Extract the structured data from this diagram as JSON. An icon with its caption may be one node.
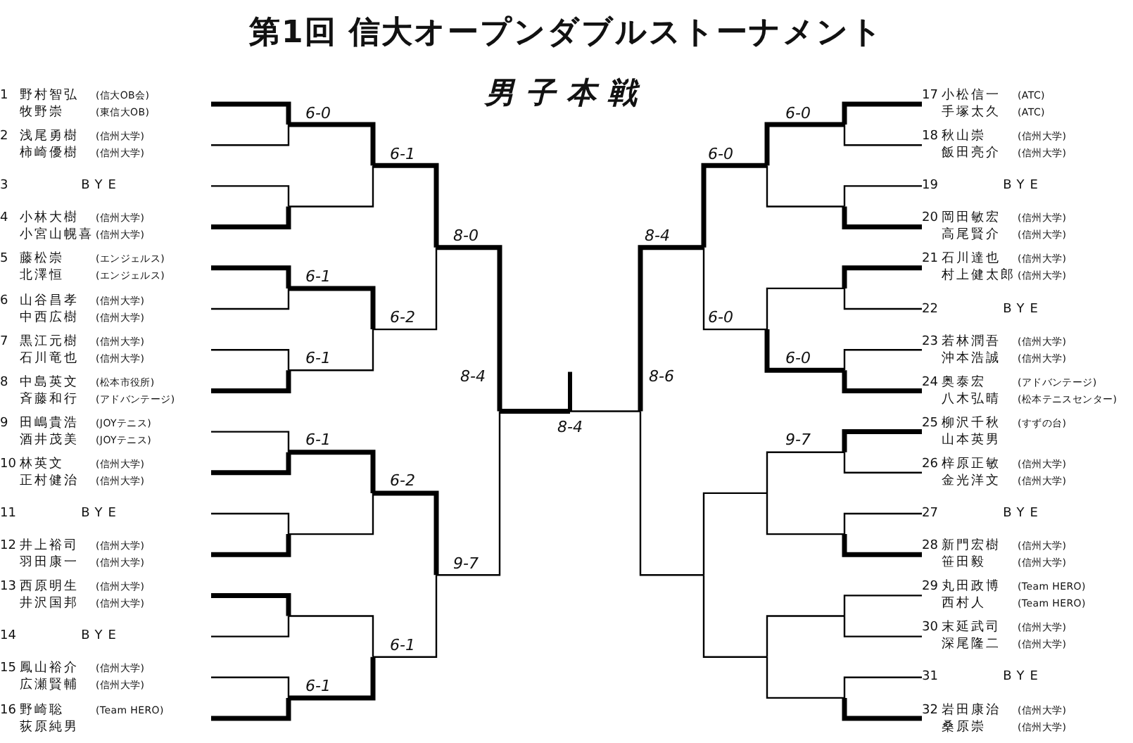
{
  "diagram": {
    "title": "第1回 信大オープンダブルストーナメント",
    "nodes": [
      {
        "text": [
          "1",
          "野村智弘",
          "(信大OB会)",
          "牧野崇",
          "(東信大OB)"
        ]
      },
      {
        "text": [
          "2",
          "浅尾勇樹",
          "(信州大学)",
          "柿崎優樹",
          "(信州大学)"
        ]
      },
      {
        "text": [
          "3",
          "BYE"
        ]
      },
      {
        "text": [
          "4",
          "小林大樹",
          "(信州大学)",
          "小宮山幌喜",
          "(信州大学)"
        ]
      },
      {
        "text": [
          "5",
          "藤松崇",
          "(エンジェルス)",
          "北澤恒",
          "(エンジェルス)"
        ]
      },
      {
        "text": [
          "6",
          "山谷昌孝",
          "(信州大学)",
          "中西広樹",
          "(信州大学)"
        ]
      },
      {
        "text": [
          "7",
          "黒江元樹",
          "(信州大学)",
          "石川竜也",
          "(信州大学)"
        ]
      },
      {
        "text": [
          "8",
          "中島英文",
          "(松本市役所)",
          "斉藤和行",
          "(アドバンテージ)"
        ]
      },
      {
        "text": [
          "9",
          "田嶋貴浩",
          "(JOYテニス)",
          "酒井茂美",
          "(JOYテニス)"
        ]
      },
      {
        "text": [
          "10",
          "林英文",
          "(信州大学)",
          "正村健治",
          "(信州大学)"
        ]
      },
      {
        "text": [
          "11",
          "BYE"
        ]
      },
      {
        "text": [
          "12",
          "井上裕司",
          "(信州大学)",
          "羽田康一",
          "(信州大学)"
        ]
      },
      {
        "text": [
          "13",
          "西原明生",
          "(信州大学)",
          "井沢国邦",
          "(信州大学)"
        ]
      },
      {
        "text": [
          "14",
          "BYE"
        ]
      },
      {
        "text": [
          "15",
          "鳳山裕介",
          "(信州大学)",
          "広瀬賢輔",
          "(信州大学)"
        ]
      },
      {
        "text": [
          "16",
          "野崎聡",
          "(Team HERO)",
          "荻原純男"
        ]
      },
      {
        "text": [
          "17",
          "小松信一",
          "(ATC)",
          "手塚太久",
          "(ATC)"
        ]
      },
      {
        "text": [
          "18",
          "秋山崇",
          "(信州大学)",
          "飯田亮介",
          "(信州大学)"
        ]
      },
      {
        "text": [
          "19",
          "BYE"
        ]
      },
      {
        "text": [
          "20",
          "岡田敏宏",
          "(信州大学)",
          "高尾賢介",
          "(信州大学)"
        ]
      },
      {
        "text": [
          "21",
          "石川達也",
          "(信州大学)",
          "村上健太郎",
          "(信州大学)"
        ]
      },
      {
        "text": [
          "22",
          "BYE"
        ]
      },
      {
        "text": [
          "23",
          "若林潤吾",
          "(信州大学)",
          "沖本浩誠",
          "(信州大学)"
        ]
      },
      {
        "text": [
          "24",
          "奥泰宏",
          "(アドバンテージ)",
          "八木弘晴",
          "(松本テニスセンター)"
        ]
      },
      {
        "text": [
          "25",
          "柳沢千秋",
          "(すずの台)",
          "山本英男"
        ]
      },
      {
        "text": [
          "26",
          "梓原正敏",
          "(信州大学)",
          "金光洋文",
          "(信州大学)"
        ]
      },
      {
        "text": [
          "27",
          "BYE"
        ]
      },
      {
        "text": [
          "28",
          "新門宏樹",
          "(信州大学)",
          "笹田毅",
          "(信州大学)"
        ]
      },
      {
        "text": [
          "29",
          "丸田政博",
          "(Team HERO)",
          "西村人",
          "(Team HERO)"
        ]
      },
      {
        "text": [
          "30",
          "末延武司",
          "(信州大学)",
          "深尾隆二",
          "(信州大学)"
        ]
      },
      {
        "text": [
          "31",
          "BYE"
        ]
      },
      {
        "text": [
          "32",
          "岩田康治",
          "(信州大学)",
          "桑原崇",
          "(信州大学)"
        ]
      }
    ],
    "labels": [
      "男子本戦",
      "6-0",
      "6-0",
      "6-1",
      "6-0",
      "8-0",
      "8-4",
      "6-1",
      "6-2",
      "6-0",
      "6-1",
      "6-0",
      "8-4",
      "8-6",
      "8-4",
      "6-1",
      "9-7",
      "6-2",
      "9-7",
      "6-1",
      "6-1"
    ]
  }
}
